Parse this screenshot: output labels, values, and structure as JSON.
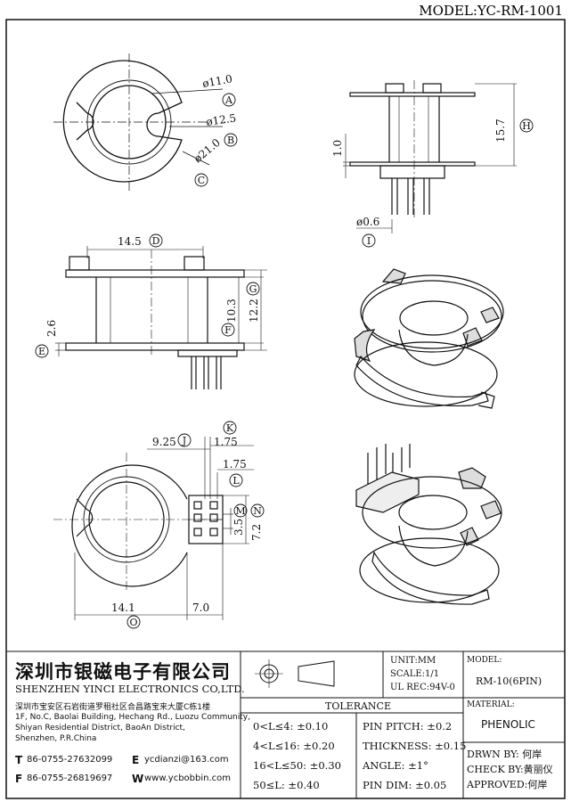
{
  "model_title": "MODEL:YC-RM-1001",
  "dims": {
    "d_A": "ø11.0",
    "d_B": "ø12.5",
    "d_C": "ø21.0",
    "d_D": "14.5",
    "d_E": "2.6",
    "d_F": "10.3",
    "d_G": "12.2",
    "d_H": "15.7",
    "d_side_1": "1.0",
    "d_I": "ø0.6",
    "d_J": "9.25",
    "d_K": "1.75",
    "d_L": "1.75",
    "d_M": "3.5",
    "d_N": "7.2",
    "d_O": "14.1",
    "d_bottom_7": "7.0"
  },
  "markers": {
    "A": "A",
    "B": "B",
    "C": "C",
    "D": "D",
    "E": "E",
    "F": "F",
    "G": "G",
    "H": "H",
    "I": "I",
    "J": "J",
    "K": "K",
    "L": "L",
    "M": "M",
    "N": "N",
    "O": "O"
  },
  "company": {
    "name_cn": "深圳市银磁电子有限公司",
    "name_en": "SHENZHEN YINCI ELECTRONICS CO,LTD.",
    "addr_cn": "深圳市宝安区石岩街道罗租社区合昌路宝来大厦C栋1楼",
    "addr_en1": "1F, No.C, Baolai Building, Hechang Rd., Luozu Community,",
    "addr_en2": "Shiyan Residential District, BaoAn District,",
    "addr_en3": "Shenzhen, P.R.China",
    "t_label": "T",
    "t_value": "86-0755-27632099",
    "e_label": "E",
    "e_value": "ycdianzi@163.com",
    "f_label": "F",
    "f_value": "86-0755-26819697",
    "w_label": "W",
    "w_value": "www.ycbobbin.com"
  },
  "info": {
    "unit": "UNIT:MM",
    "scale": "SCALE:1/1",
    "ul_rec": "UL REC:94V-0",
    "model_label": "MODEL:",
    "model_value": "RM-10(6PIN)",
    "material_label": "MATERIAL:",
    "material_value": "PHENOLIC",
    "drawn_by": "DRWN BY: 何岸",
    "check_by": "CHECK BY:黄丽仪",
    "approved": "APPROVED:何岸"
  },
  "tolerance": {
    "title": "TOLERANCE",
    "rows": [
      {
        "left": "0<L≤4: ±0.10",
        "right": "PIN PITCH: ±0.2"
      },
      {
        "left": "4<L≤16: ±0.20",
        "right": "THICKNESS: ±0.15"
      },
      {
        "left": "16<L≤50: ±0.30",
        "right": "ANGLE: ±1°"
      },
      {
        "left": "50≤L: ±0.40",
        "right": "PIN DIM: ±0.05"
      }
    ]
  }
}
